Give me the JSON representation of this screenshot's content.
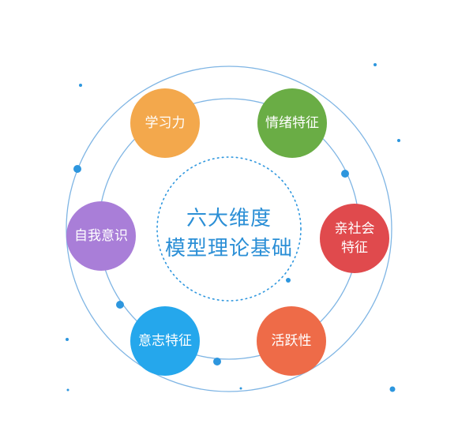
{
  "center": {
    "line1": "六大维度",
    "line2": "模型理论基础"
  },
  "nodes": [
    {
      "id": "xuexi",
      "label": "学习力",
      "color": "#f3a84c"
    },
    {
      "id": "qingxu",
      "label": "情绪特征",
      "color": "#6aad45"
    },
    {
      "id": "ziwo",
      "label": "自我意识",
      "color": "#a97ed8"
    },
    {
      "id": "qinshe",
      "label_line1": "亲社会",
      "label_line2": "特征",
      "color": "#e04a4d"
    },
    {
      "id": "yizhi",
      "label": "意志特征",
      "color": "#25a7ec"
    },
    {
      "id": "huoyue",
      "label": "活跃性",
      "color": "#ee6b48"
    }
  ],
  "colors": {
    "ring": "#7fb5e4",
    "dot": "#2d96de",
    "text_accent": "#2b8fd6"
  }
}
